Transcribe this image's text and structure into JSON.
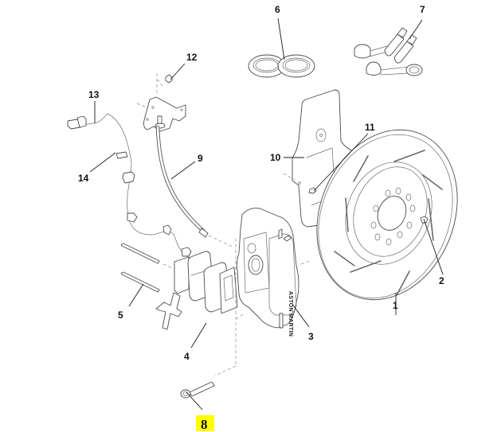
{
  "diagram": {
    "subject": "Front brake assembly exploded view",
    "brand_marking": "ASTON MARTIN",
    "highlight_color": "#ffff00",
    "highlighted_callout": "8",
    "callouts": [
      {
        "id": "1",
        "label": "1",
        "part": "brake-disc"
      },
      {
        "id": "2",
        "label": "2",
        "part": "disc-retaining-screw"
      },
      {
        "id": "3",
        "label": "3",
        "part": "brake-caliper"
      },
      {
        "id": "4",
        "label": "4",
        "part": "brake-pads"
      },
      {
        "id": "5",
        "label": "5",
        "part": "pad-retaining-pins"
      },
      {
        "id": "6",
        "label": "6",
        "part": "seal-washers"
      },
      {
        "id": "7",
        "label": "7",
        "part": "bleed-nipples-and-caps"
      },
      {
        "id": "8",
        "label": "8",
        "part": "caliper-mounting-bolt"
      },
      {
        "id": "9",
        "label": "9",
        "part": "brake-hose"
      },
      {
        "id": "10",
        "label": "10",
        "part": "dust-shield"
      },
      {
        "id": "11",
        "label": "11",
        "part": "dust-shield-screw"
      },
      {
        "id": "12",
        "label": "12",
        "part": "bracket-bolt"
      },
      {
        "id": "13",
        "label": "13",
        "part": "wear-sensor-harness"
      },
      {
        "id": "14",
        "label": "14",
        "part": "sensor-connector"
      }
    ]
  }
}
